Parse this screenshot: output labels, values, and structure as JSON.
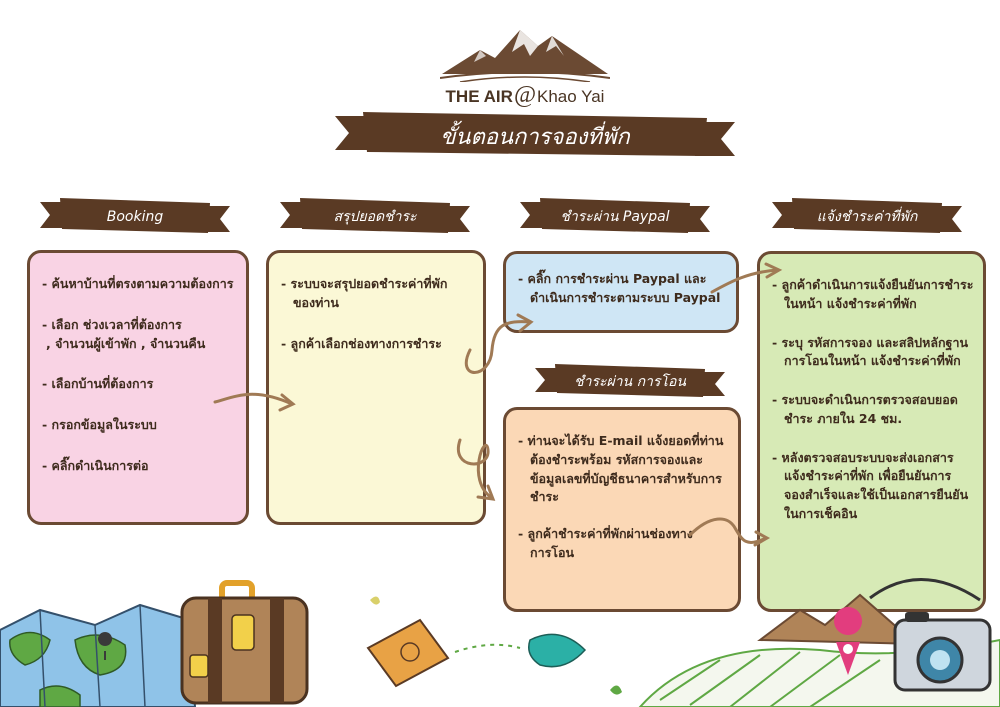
{
  "logo": {
    "brand_bold": "THE AIR",
    "brand_at": "@",
    "brand_name": "Khao Yai"
  },
  "main_title": "ขั้นตอนการจองที่พัก",
  "steps": {
    "booking": {
      "title": "Booking",
      "items": [
        {
          "line1": "- ค้นหาบ้านที่ตรงตามความต้องการ"
        },
        {
          "line1": "- เลือก ช่วงเวลาที่ต้องการ",
          "line2": ", จำนวนผู้เข้าพัก , จำนวนคืน"
        },
        {
          "line1": "- เลือกบ้านที่ต้องการ"
        },
        {
          "line1": "- กรอกข้อมูลในระบบ"
        },
        {
          "line1": "- คลิ๊กดำเนินการต่อ"
        }
      ]
    },
    "summary": {
      "title": "สรุปยอดชำระ",
      "items": [
        {
          "line1": "- ระบบจะสรุปยอดชำระค่าที่พัก",
          "line2": "ของท่าน"
        },
        {
          "line1": "- ลูกค้าเลือกช่องทางการชำระ"
        }
      ]
    },
    "paypal": {
      "title": "ชำระผ่าน Paypal",
      "items": [
        {
          "line1": "- คลิ๊ก การชำระผ่าน Paypal และ",
          "line2": "ดำเนินการชำระตามระบบ Paypal"
        }
      ]
    },
    "transfer": {
      "title": "ชำระผ่าน การโอน",
      "items": [
        {
          "line1": "- ท่านจะได้รับ E-mail แจ้งยอดที่ท่าน",
          "line2": "ต้องชำระพร้อม รหัสการจองและ",
          "line3": "ข้อมูลเลขที่บัญชีธนาคารสำหรับการ",
          "line4": "ชำระ"
        },
        {
          "line1": "- ลูกค้าชำระค่าที่พักผ่านช่องทาง",
          "line2": "การโอน"
        }
      ]
    },
    "notify": {
      "title": "แจ้งชำระค่าที่พัก",
      "items": [
        {
          "line1": "- ลูกค้าดำเนินการแจ้งยืนยันการชำระ",
          "line2": "ในหน้า แจ้งชำระค่าที่พัก"
        },
        {
          "line1": "- ระบุ รหัสการจอง และสลิปหลักฐาน",
          "line2": "การโอนในหน้า แจ้งชำระค่าที่พัก"
        },
        {
          "line1": "- ระบบจะดำเนินการตรวจสอบยอด",
          "line2": "ชำระ ภายใน 24 ชม."
        },
        {
          "line1": "- หลังตรวจสอบระบบจะส่งเอกสาร",
          "line2": "แจ้งชำระค่าที่พัก เพื่อยืนยันการ",
          "line3": "จองสำเร็จและใช้เป็นเอกสารยืนยัน",
          "line4": "ในการเช็คอิน"
        }
      ]
    }
  },
  "colors": {
    "banner": "#5a3a24",
    "border": "#6b4a33",
    "arrow": "#a07a55",
    "booking_bg": "#f9d3e4",
    "summary_bg": "#fbf8d6",
    "paypal_bg": "#cfe6f5",
    "transfer_bg": "#fbd8b6",
    "notify_bg": "#d7eab6"
  },
  "icons": [
    "mountain-logo-icon",
    "map-icon",
    "suitcase-icon",
    "passport-icon",
    "leaf-icon",
    "camera-icon",
    "location-pin-icon"
  ]
}
